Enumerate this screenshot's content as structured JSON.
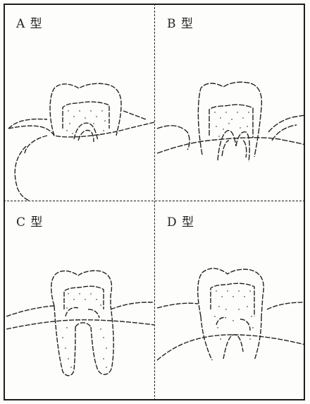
{
  "panels": [
    {
      "label": "A 型"
    },
    {
      "label": "B 型"
    },
    {
      "label": "C 型"
    },
    {
      "label": "D 型"
    }
  ],
  "colors": {
    "line": "#222222",
    "stipple": "#555555",
    "background": "#fdfdfb"
  }
}
